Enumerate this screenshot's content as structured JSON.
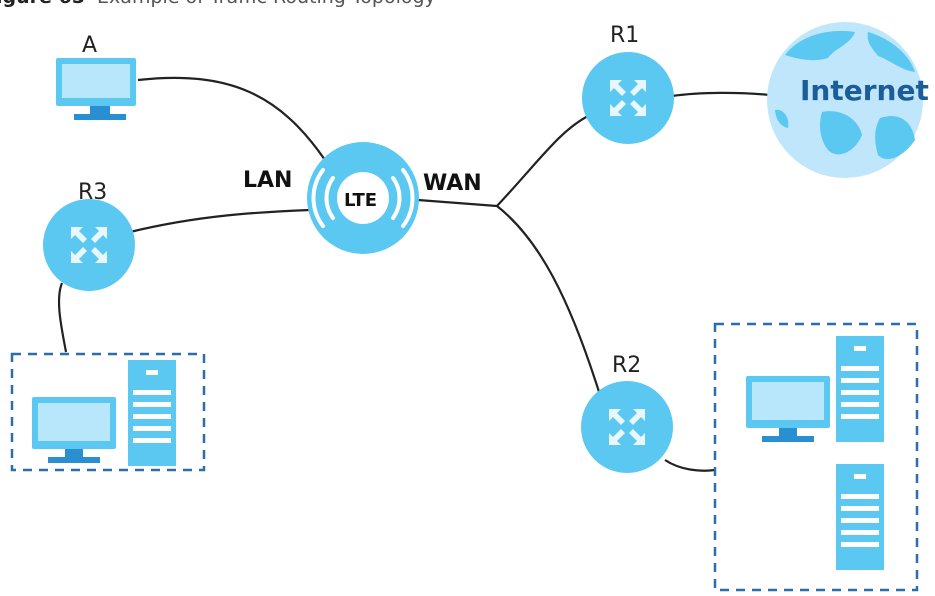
{
  "caption": {
    "label": "igure 65",
    "text": "Example of Traffic Routing Topology"
  },
  "nodes": {
    "host_a": "A",
    "router_r1": "R1",
    "router_r2": "R2",
    "router_r3": "R3",
    "device": "LTE",
    "internet": "Internet"
  },
  "links": {
    "lan": "LAN",
    "wan": "WAN"
  },
  "colors": {
    "node_fill": "#5bc8f2",
    "node_light": "#b8e6fb",
    "globe_fill": "#bfe6fa",
    "land": "#5bc8f2",
    "line": "#222222",
    "dash": "#2a6fa8"
  }
}
